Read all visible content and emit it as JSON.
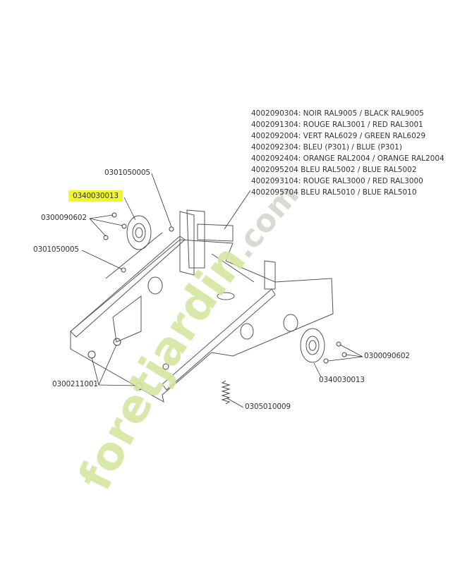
{
  "watermark": {
    "text": "foretjardin",
    "suffix": ".com",
    "green": "#d4e6a0",
    "gray": "#d6d6cc"
  },
  "highlight_color": "#f2f526",
  "color_variants": [
    "4002090304: NOIR RAL9005 / BLACK RAL9005",
    "4002091304: ROUGE RAL3001 / RED RAL3001",
    "4002092004: VERT RAL6029 / GREEN RAL6029",
    "4002092304: BLEU (P301) / BLUE (P301)",
    "4002092404: ORANGE RAL2004 / ORANGE RAL2004",
    "4002095204 BLEU RAL5002 / BLUE RAL5002",
    "4002093104: ROUGE RAL3000 / RED RAL3000",
    "4002095704 BLEU RAL5010 / BLUE RAL5010"
  ],
  "parts": {
    "nut_top": "0301050005",
    "bearing_left": "0340030013",
    "screws_left": "0300090602",
    "nut_left": "0301050005",
    "nuts_bottom": "0300211001",
    "spring": "0305010009",
    "screws_right": "0300090602",
    "bearing_right": "0340030013"
  }
}
